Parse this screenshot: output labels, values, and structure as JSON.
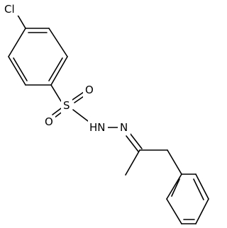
{
  "molecule": {
    "atoms": {
      "chlorine": "Cl",
      "sulfur": "S",
      "oxygen_top": "O",
      "oxygen_bottom": "O",
      "amine": "HN",
      "imine_nitrogen": "N"
    },
    "colors": {
      "bond": "#000000",
      "label": "#000000",
      "background": "#ffffff"
    }
  }
}
